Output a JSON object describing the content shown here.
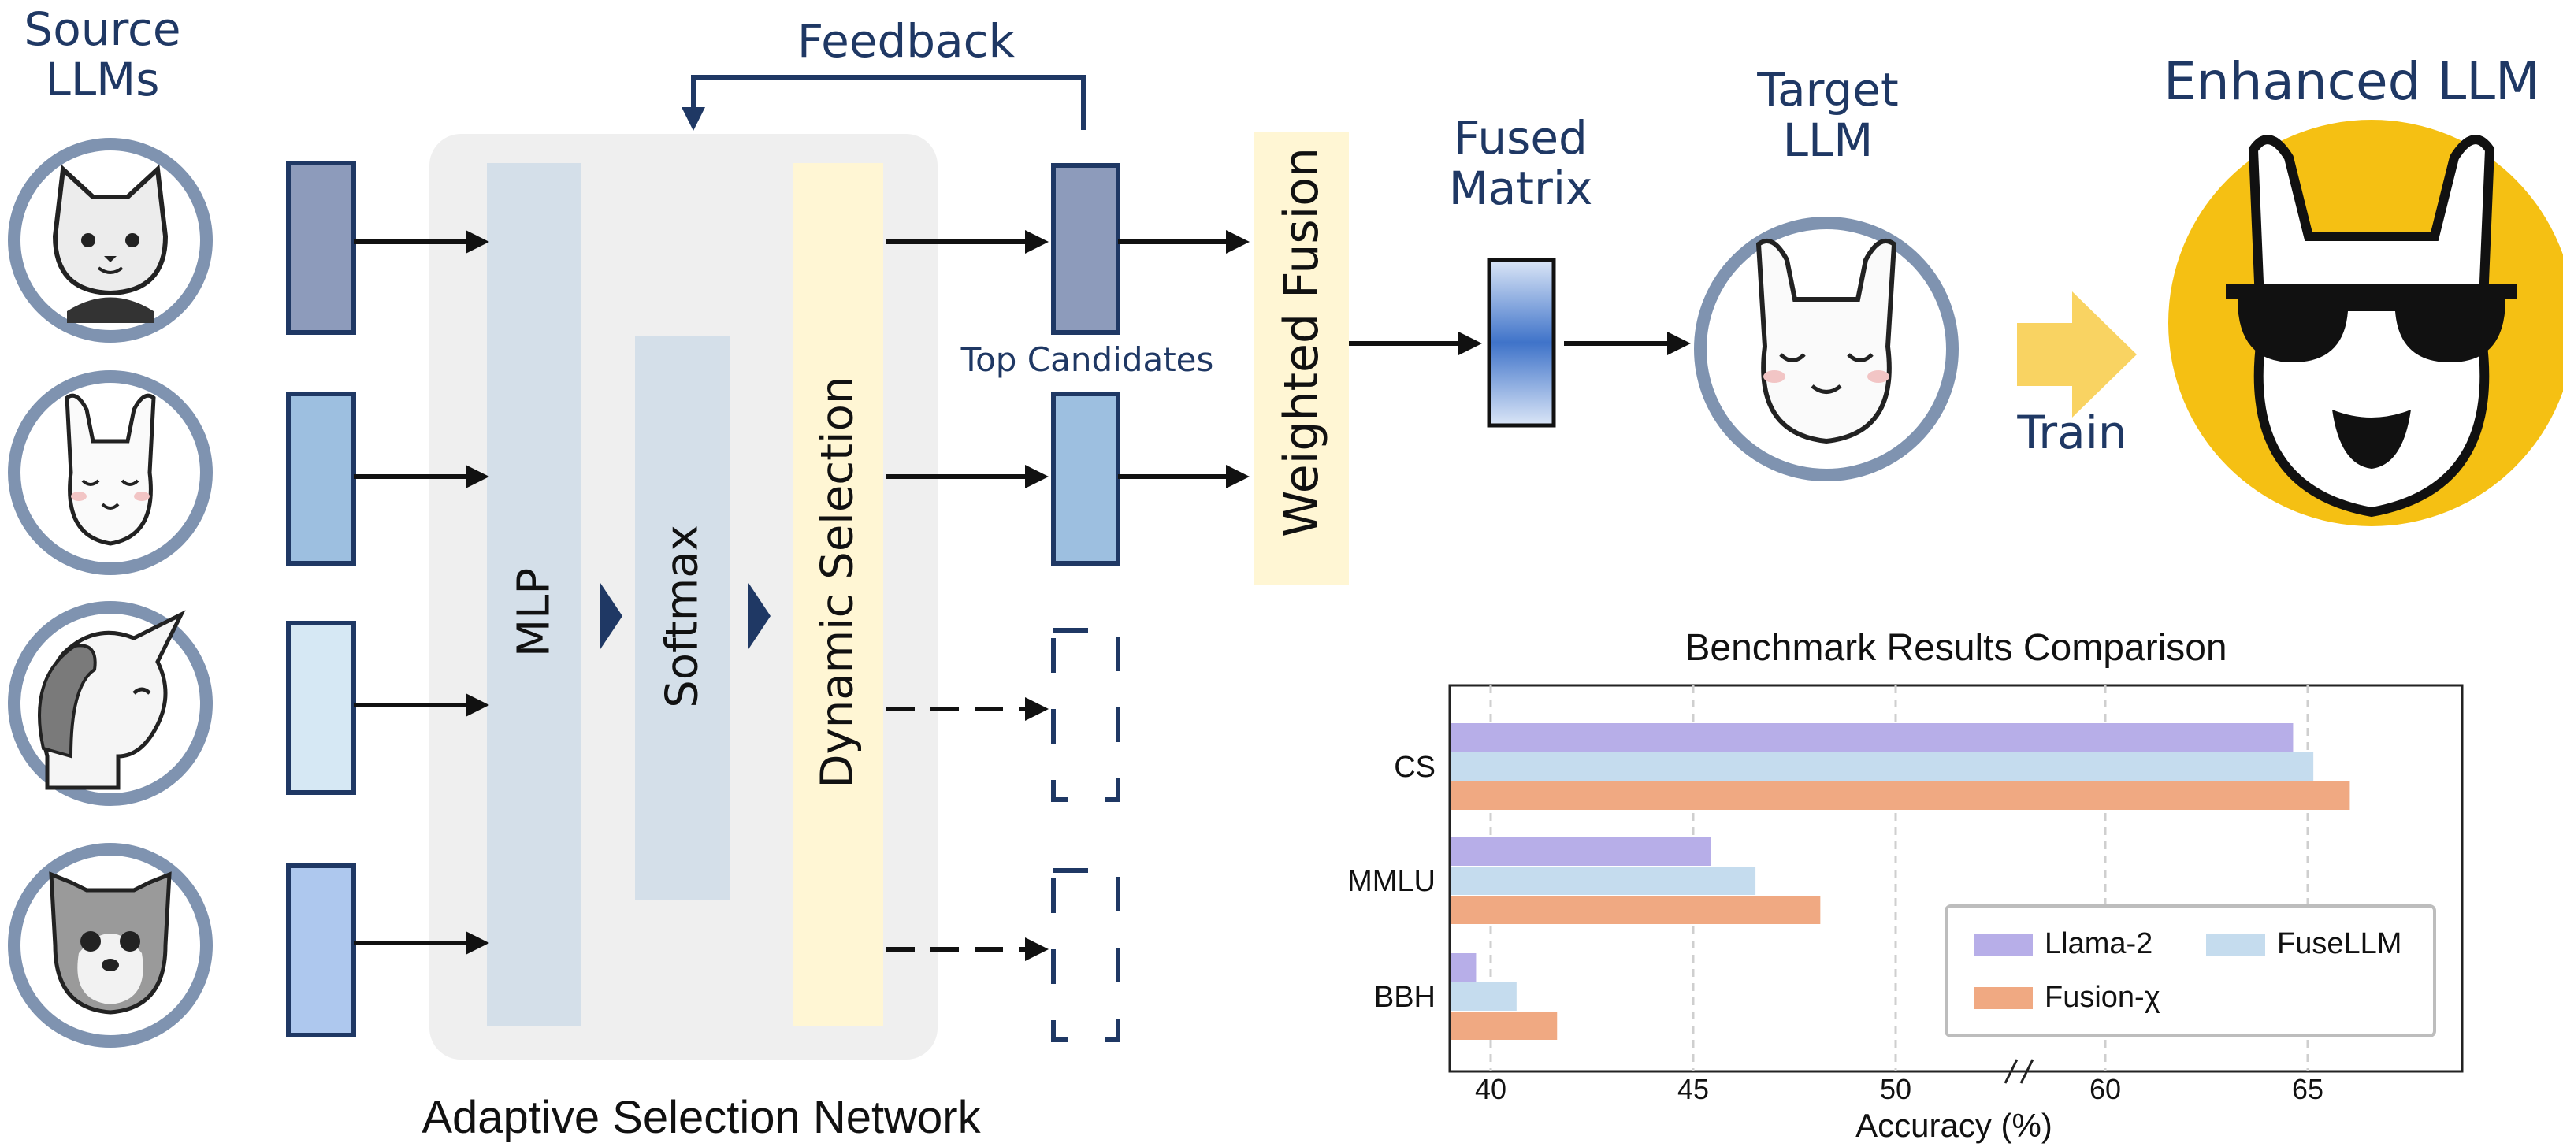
{
  "labels": {
    "source_llms": [
      "Source",
      "LLMs"
    ],
    "feedback": "Feedback",
    "mlp": "MLP",
    "softmax": "Softmax",
    "dynamic_selection": "Dynamic Selection",
    "top_candidates": "Top Candidates",
    "weighted_fusion": "Weighted Fusion",
    "fused_matrix": [
      "Fused",
      "Matrix"
    ],
    "target_llm": [
      "Target",
      "LLM"
    ],
    "train": "Train",
    "enhanced_llm": "Enhanced LLM",
    "adaptive_selection_network": "Adaptive Selection Network"
  },
  "colors": {
    "navy": "#1f3864",
    "token_colors": [
      "#8d9bbb",
      "#9dbfe0",
      "#d6e8f4",
      "#aec8ee"
    ],
    "panel": "#efefef",
    "mlp_fill": "#d4dfe9",
    "dynamic_fill": "#fff6d4",
    "train_arrow": "#f9d362",
    "llama_bg": "#f5c013"
  },
  "icons": [
    "cat-avatar-icon",
    "llama-avatar-icon",
    "unicorn-avatar-icon",
    "husky-avatar-icon",
    "target-llama-icon",
    "enhanced-llama-sunglasses-icon"
  ],
  "chart_data": {
    "type": "bar",
    "orientation": "horizontal",
    "title": "Benchmark Results Comparison",
    "xlabel": "Accuracy (%)",
    "categories": [
      "CS",
      "MMLU",
      "BBH"
    ],
    "series": [
      {
        "name": "Llama-2",
        "values": [
          64.6,
          45.4,
          39.6
        ],
        "color": "#b7aee8"
      },
      {
        "name": "FuseLLM",
        "values": [
          65.1,
          46.5,
          40.6
        ],
        "color": "#c5dcee"
      },
      {
        "name": "Fusion-χ",
        "values": [
          66.0,
          48.1,
          41.6
        ],
        "color": "#f0a982"
      }
    ],
    "xticks": [
      "40",
      "45",
      "50",
      "60",
      "65"
    ],
    "axis_break": "between 50 and 60",
    "legend_position": "lower-right",
    "grid": "vertical dashed"
  }
}
